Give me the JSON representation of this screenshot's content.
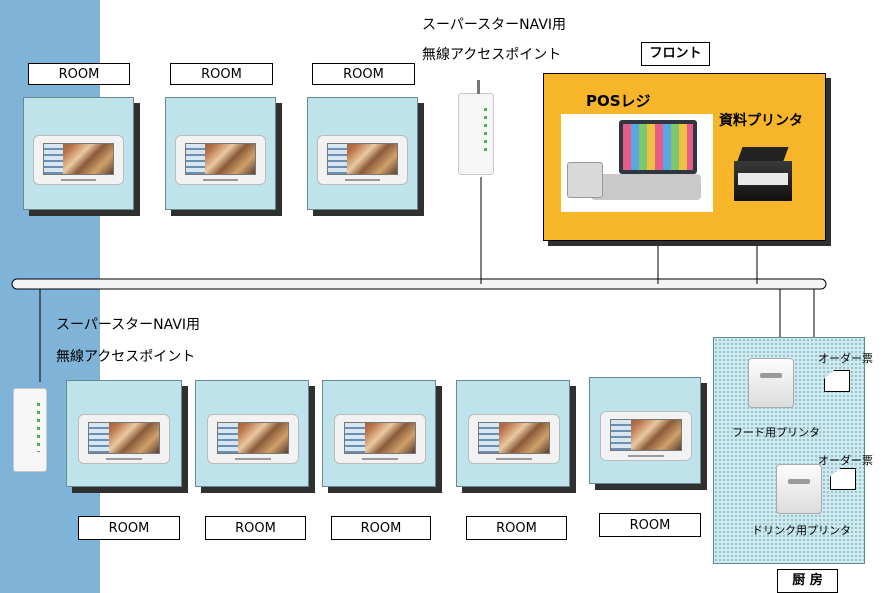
{
  "ap_caption_top": {
    "line1": "スーパースターNAVI用",
    "line2": "無線アクセスポイント"
  },
  "ap_caption_bottom": {
    "line1": "スーパースターNAVI用",
    "line2": "無線アクセスポイント"
  },
  "room_label": "ROOM",
  "front": {
    "title": "フロント",
    "pos_label": "POSレジ",
    "printer_label": "資料プリンタ"
  },
  "kitchen": {
    "title": "厨 房",
    "food_printer_label": "フード用プリンタ",
    "drink_printer_label": "ドリンク用プリンタ",
    "order_ticket_1": "オーダー票",
    "order_ticket_2": "オーダー票"
  },
  "colors": {
    "left_band": "#7fb3d8",
    "room_panel": "#bfe3ea",
    "front_bg": "#f7b52a",
    "kitchen_bg": "#cfe9ee"
  }
}
